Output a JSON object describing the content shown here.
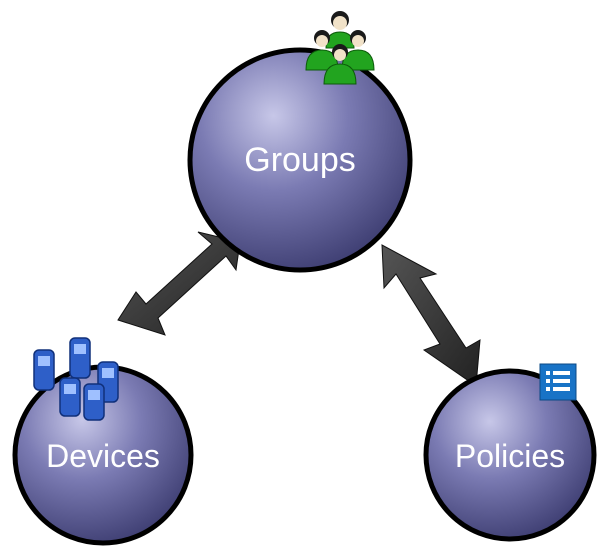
{
  "nodes": {
    "groups": {
      "label": "Groups",
      "icon": "user-group-icon"
    },
    "devices": {
      "label": "Devices",
      "icon": "mobile-phones-icon"
    },
    "policies": {
      "label": "Policies",
      "icon": "list-document-icon"
    }
  },
  "edges": [
    {
      "from": "devices",
      "to": "groups",
      "type": "bidirectional"
    },
    {
      "from": "groups",
      "to": "policies",
      "type": "bidirectional"
    }
  ],
  "colors": {
    "circle_fill": "#4c4c85",
    "circle_highlight": "#b7b7de",
    "circle_stroke": "#000000",
    "arrow_fill": "#3a3a3a",
    "people_icon": "#22a41f",
    "phone_icon": "#2e5fc8",
    "list_icon": "#1873c6",
    "label_text": "#ffffff"
  }
}
